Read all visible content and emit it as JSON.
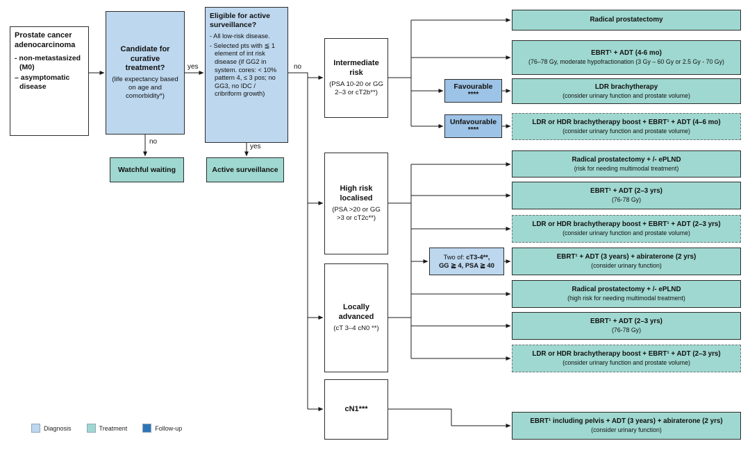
{
  "legend": {
    "items": [
      {
        "label": "Diagnosis",
        "color": "#BDD7EE"
      },
      {
        "label": "Treatment",
        "color": "#9FD8D0"
      },
      {
        "label": "Follow-up",
        "color": "#2E75B6"
      }
    ]
  },
  "edges": {
    "candidate_yes": "yes",
    "candidate_no": "no",
    "eligible_yes": "yes",
    "eligible_no": "no"
  },
  "nodes": {
    "start": {
      "title": "Prostate cancer adenocarcinoma",
      "b1": "- non-metastasized (M0)",
      "b2": "– asymptomatic disease"
    },
    "candidate": {
      "title": "Candidate for curative treatment?",
      "sub": "(life expectancy based on age and comorbidity*)"
    },
    "eligible": {
      "title": "Eligible for active surveillance?",
      "b1": "- All low-risk disease.",
      "b2": "- Selected pts with ≦ 1 element of int risk disease (if GG2 in system. cores: < 10% pattern 4, ≤ 3 pos; no GG3, no IDC / cribriform growth)"
    },
    "watchful": {
      "title": "Watchful waiting"
    },
    "active": {
      "title": "Active surveillance"
    },
    "intermediate": {
      "title": "Intermediate risk",
      "sub": "(PSA 10-20 or GG 2–3 or cT2b**)"
    },
    "high": {
      "title": "High risk localised",
      "sub": "(PSA >20 or GG >3 or cT2c**)"
    },
    "locally": {
      "title": "Locally advanced",
      "sub": "(cT 3–4 cN0 **)"
    },
    "cn1": {
      "title": "cN1***"
    },
    "favourable": {
      "title": "Favourable",
      "stars": "****"
    },
    "unfavourable": {
      "title": "Unfavourable",
      "stars": "****"
    },
    "twoof": {
      "prefix": "Two of: ",
      "bold1": "cT3-4**,",
      "bold2": "GG ≧ 4, PSA ≧ 40"
    },
    "t1": {
      "title": "Radical prostatectomy"
    },
    "t2": {
      "title": "EBRT¹ + ADT (4-6 mo)",
      "sub": "(76–78 Gy, moderate hypofractionation (3 Gy – 60 Gy or 2.5 Gy - 70 Gy)"
    },
    "t3": {
      "title": "LDR brachytherapy",
      "sub": "(consider urinary function and prostate volume)"
    },
    "t4": {
      "title": "LDR or HDR brachytherapy boost + EBRT¹ + ADT (4–6 mo)",
      "sub": "(consider urinary function and prostate volume)"
    },
    "t5": {
      "title": "Radical prostatectomy + /- ePLND",
      "sub": "(risk for needing multimodal treatment)"
    },
    "t6": {
      "title": "EBRT¹ + ADT (2–3 yrs)",
      "sub": "(76-78 Gy)"
    },
    "t7": {
      "title": "LDR or HDR brachytherapy boost + EBRT¹ + ADT (2–3 yrs)",
      "sub": "(consider urinary function and prostate volume)"
    },
    "t8": {
      "title": "EBRT¹ + ADT (3 years) + abiraterone (2 yrs)",
      "sub": "(consider urinary function)"
    },
    "t9": {
      "title": "Radical prostatectomy + /- ePLND",
      "sub": "(high risk for needing multimodal treatment)"
    },
    "t10": {
      "title": "EBRT¹ + ADT (2–3 yrs)",
      "sub": "(76-78 Gy)"
    },
    "t11": {
      "title": "LDR or HDR brachytherapy boost + EBRT¹ + ADT (2–3 yrs)",
      "sub": "(consider urinary function and prostate volume)"
    },
    "t12": {
      "title": "EBRT¹ including pelvis + ADT (3 years) + abiraterone (2 yrs)",
      "sub": "(consider urinary function)"
    }
  }
}
